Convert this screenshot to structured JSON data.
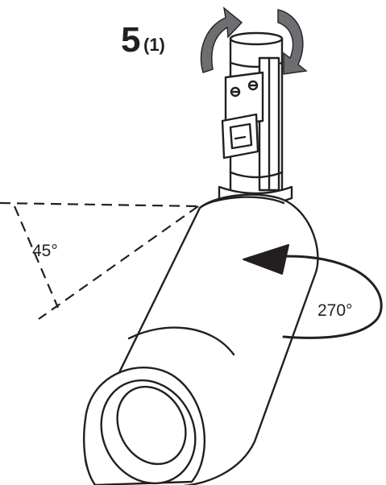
{
  "step": {
    "number": "5",
    "sub": "(1)"
  },
  "angles": {
    "tilt": "45°",
    "rotate": "270°"
  },
  "icons": {
    "rotate": "rotate-both-directions-icon",
    "tilt": "tilt-angle-icon",
    "rotation": "rotation-arrow-icon"
  },
  "colors": {
    "line": "#231f20",
    "arrow": "#6d6e71"
  }
}
